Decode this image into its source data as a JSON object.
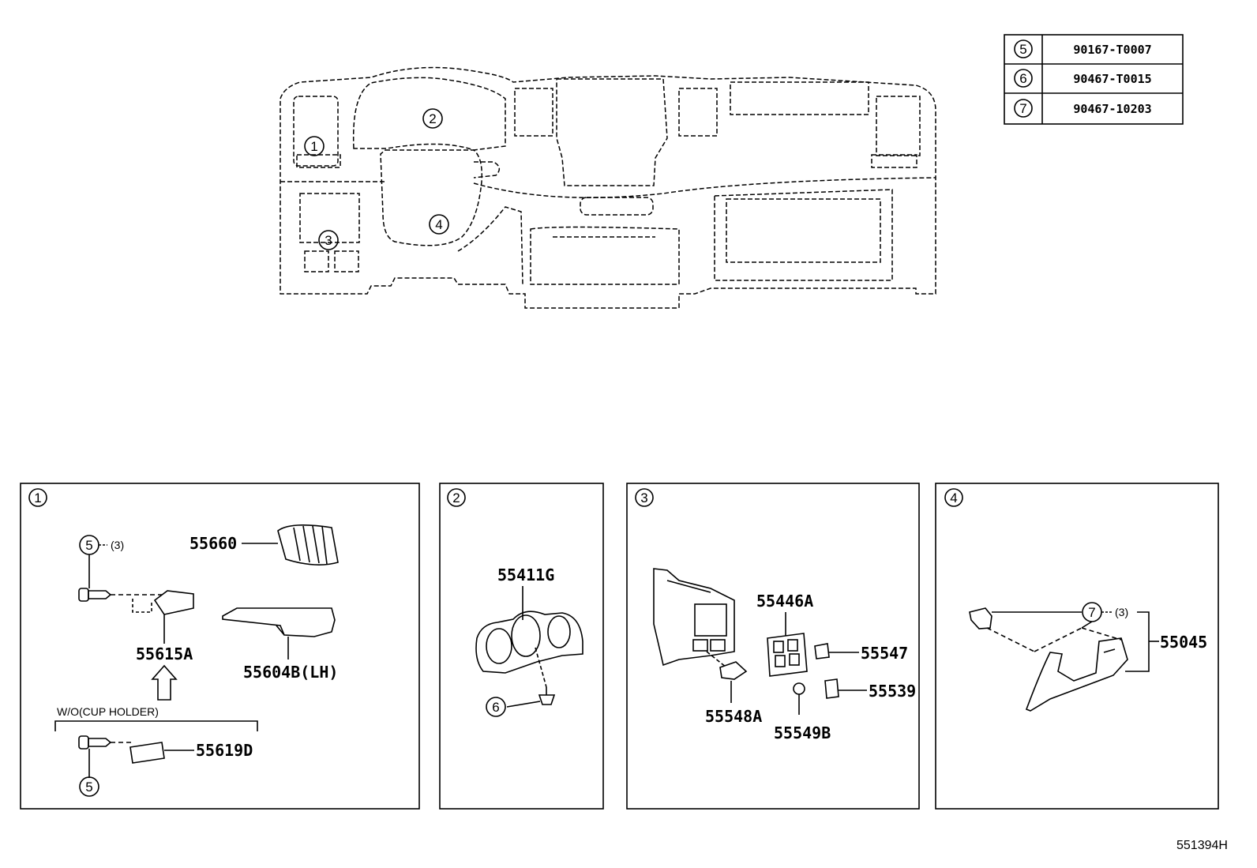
{
  "fastener_table": [
    {
      "ref": "5",
      "part": "90167-T0007"
    },
    {
      "ref": "6",
      "part": "90467-T0015"
    },
    {
      "ref": "7",
      "part": "90467-10203"
    }
  ],
  "overview_callouts": [
    "1",
    "2",
    "3",
    "4"
  ],
  "panels": [
    {
      "number": "1",
      "parts": {
        "vent": "55660",
        "fastener_ref": "5",
        "fastener_qty": "(3)",
        "bracket": "55615A",
        "tray": "55604B(LH)",
        "variant_note": "W/O(CUP HOLDER)",
        "alt_bracket": "55619D",
        "alt_fastener_ref": "5"
      }
    },
    {
      "number": "2",
      "parts": {
        "cluster_panel": "55411G",
        "fastener_ref": "6"
      }
    },
    {
      "number": "3",
      "parts": {
        "switch_base": "55446A",
        "switch_1": "55547",
        "switch_2": "55539",
        "bracket": "55548A",
        "socket": "55549B"
      }
    },
    {
      "number": "4",
      "parts": {
        "lower_panel": "55045",
        "fastener_ref": "7",
        "fastener_qty": "(3)"
      }
    }
  ],
  "illustration_id": "551394H"
}
